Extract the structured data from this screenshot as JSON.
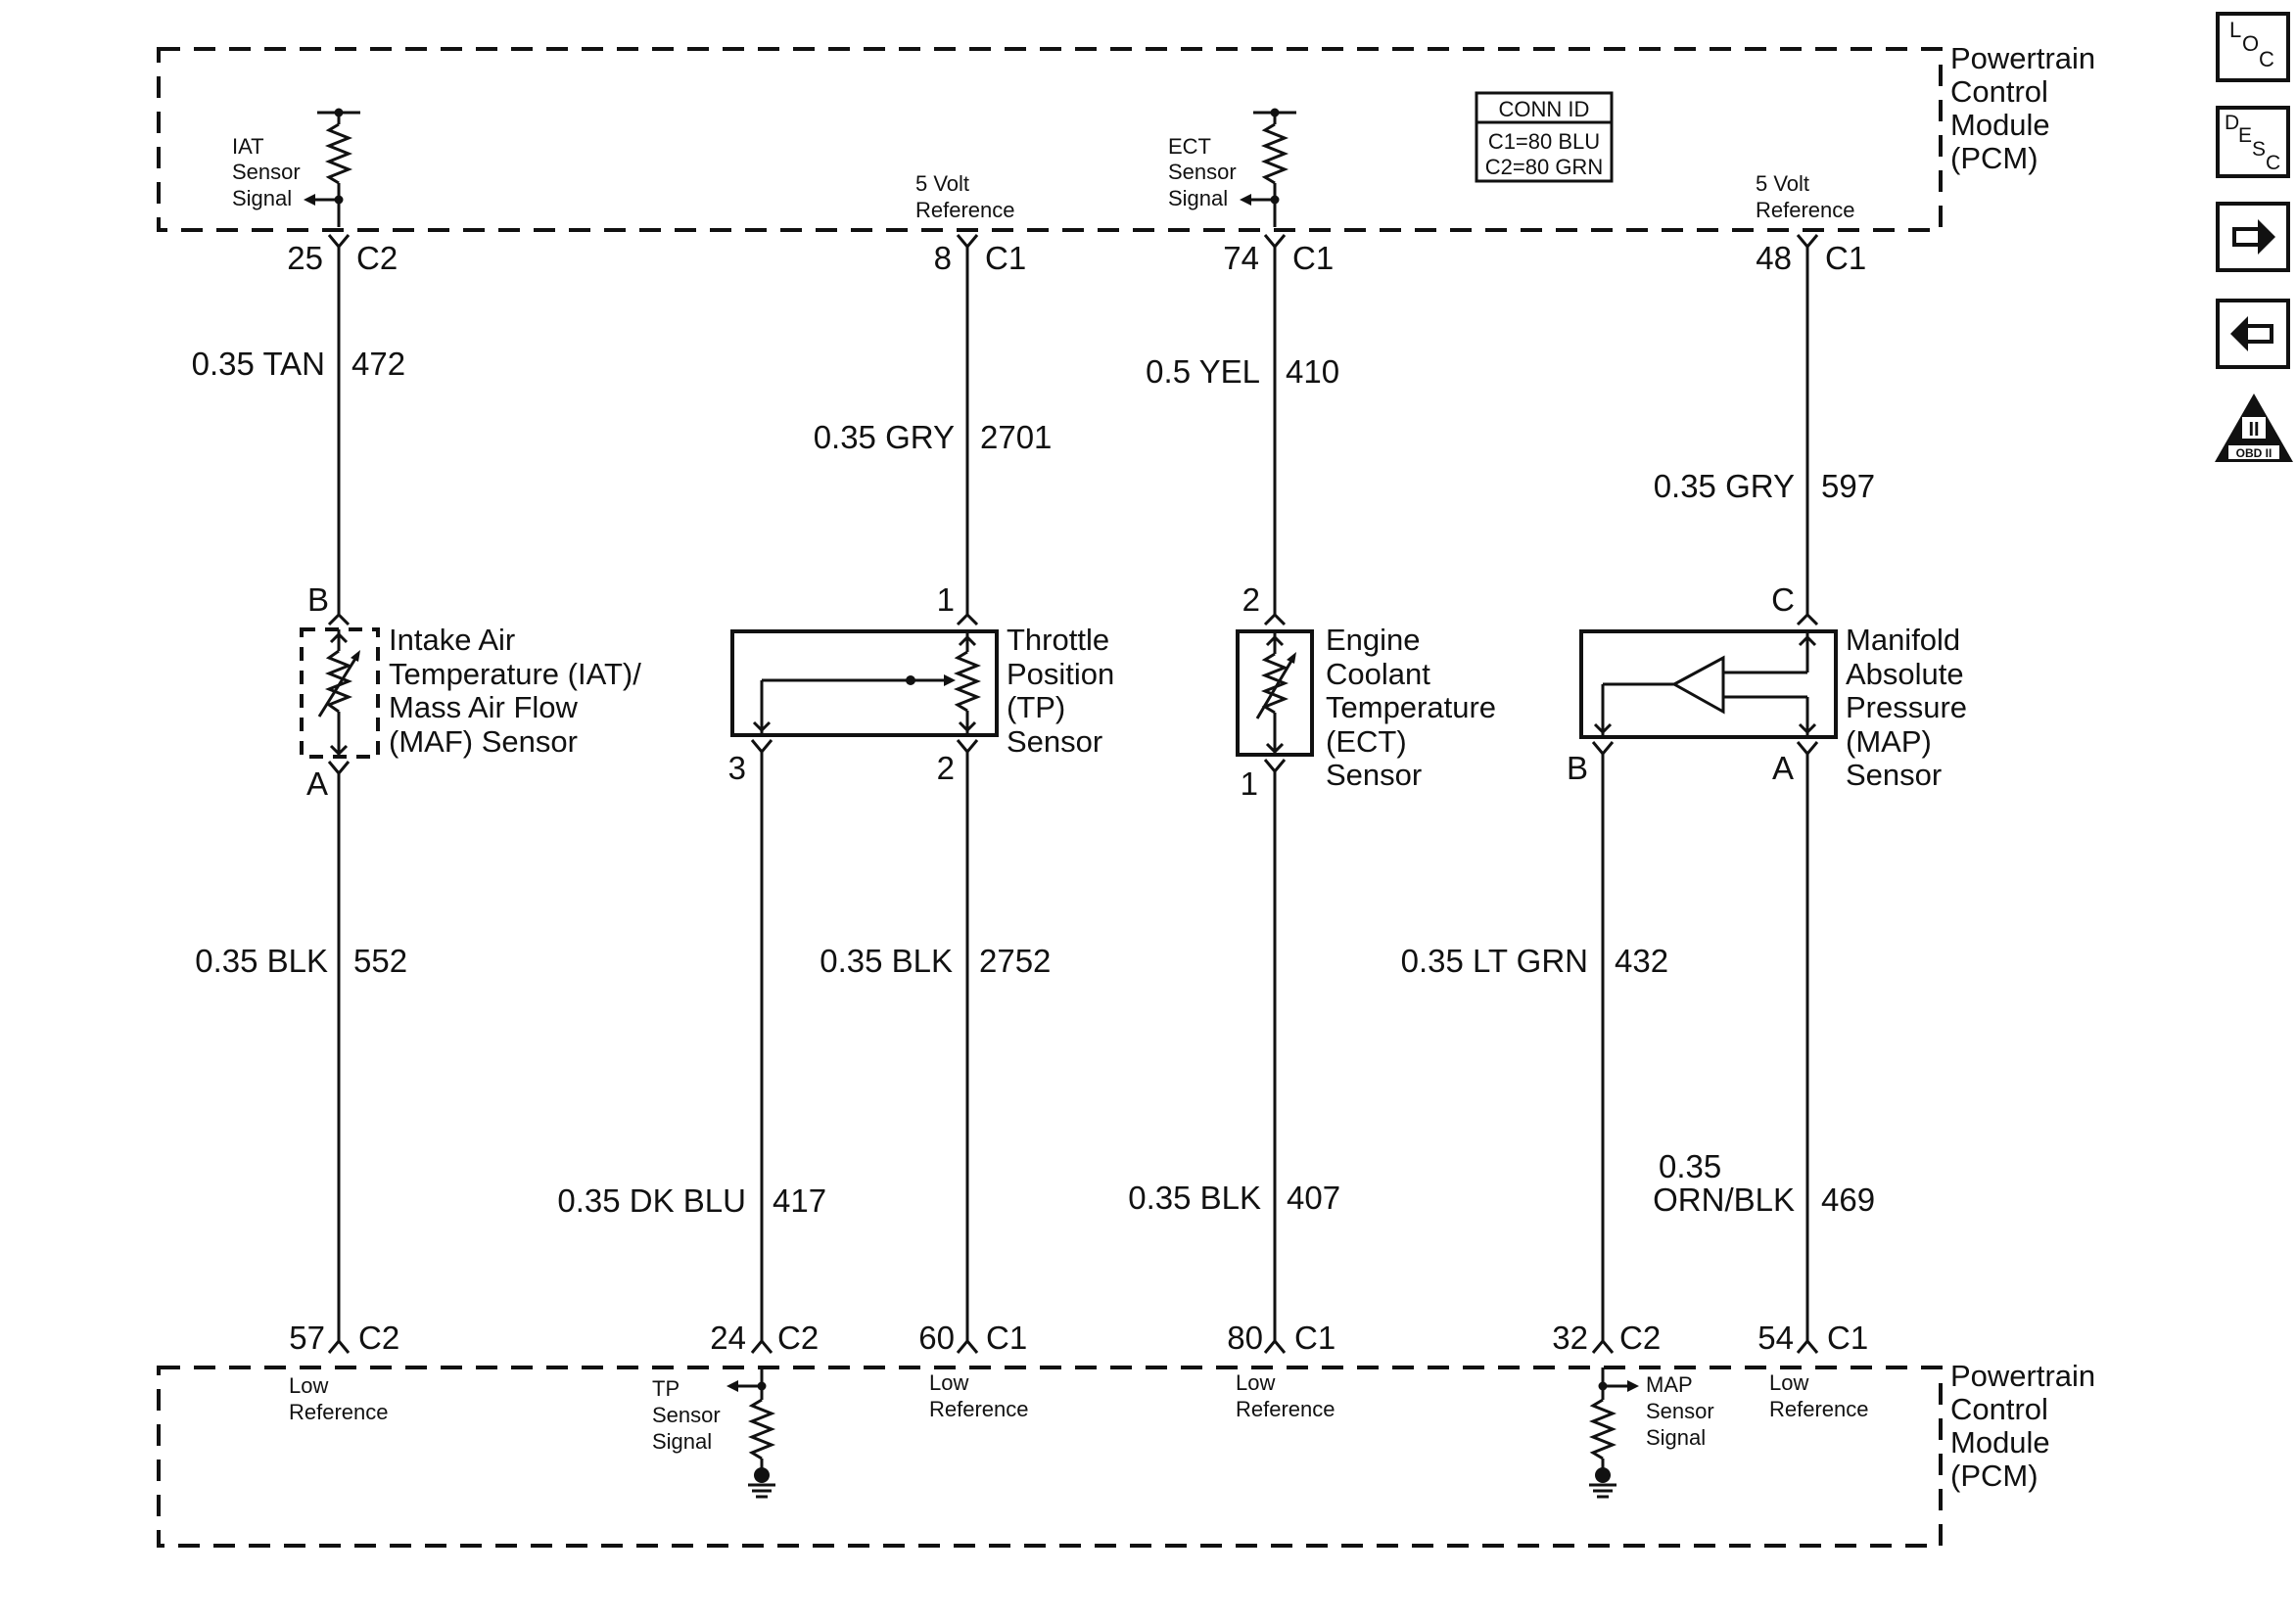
{
  "colors": {
    "line": "#111111",
    "background": "#ffffff"
  },
  "pcm_label": [
    "Powertrain",
    "Control",
    "Module",
    "(PCM)"
  ],
  "conn_id": {
    "title": "CONN ID",
    "lines": [
      "C1=80 BLU",
      "C2=80 GRN"
    ]
  },
  "top_signals": {
    "iat": [
      "IAT",
      "Sensor",
      "Signal"
    ],
    "ref1": [
      "5 Volt",
      "Reference"
    ],
    "ect": [
      "ECT",
      "Sensor",
      "Signal"
    ],
    "ref2": [
      "5 Volt",
      "Reference"
    ]
  },
  "top_pins": [
    {
      "pin": "25",
      "conn": "C2"
    },
    {
      "pin": "8",
      "conn": "C1"
    },
    {
      "pin": "74",
      "conn": "C1"
    },
    {
      "pin": "48",
      "conn": "C1"
    }
  ],
  "top_wires": [
    {
      "color": "0.35 TAN",
      "circuit": "472"
    },
    {
      "color": "0.35 GRY",
      "circuit": "2701"
    },
    {
      "color": "0.5 YEL",
      "circuit": "410"
    },
    {
      "color": "0.35 GRY",
      "circuit": "597"
    }
  ],
  "sensors": {
    "iat": {
      "lines": [
        "Intake Air",
        "Temperature (IAT)/",
        "Mass Air Flow",
        "(MAF) Sensor"
      ],
      "pin_top": "B",
      "pin_bottom": "A"
    },
    "tp": {
      "lines": [
        "Throttle",
        "Position",
        "(TP)",
        "Sensor"
      ],
      "pin_top": "1",
      "pin_bl": "3",
      "pin_br": "2"
    },
    "ect": {
      "lines": [
        "Engine",
        "Coolant",
        "Temperature",
        "(ECT)",
        "Sensor"
      ],
      "pin_top": "2",
      "pin_bottom": "1"
    },
    "map": {
      "lines": [
        "Manifold",
        "Absolute",
        "Pressure",
        "(MAP)",
        "Sensor"
      ],
      "pin_top": "C",
      "pin_bl": "B",
      "pin_br": "A"
    }
  },
  "bottom_wires": [
    {
      "color": "0.35 BLK",
      "circuit": "552"
    },
    {
      "color": "0.35 DK BLU",
      "circuit": "417"
    },
    {
      "color": "0.35 BLK",
      "circuit": "2752"
    },
    {
      "color": "0.35 BLK",
      "circuit": "407"
    },
    {
      "color": "0.35 LT GRN",
      "circuit": "432"
    },
    {
      "color_lines": [
        "0.35",
        "ORN/BLK"
      ],
      "circuit": "469"
    }
  ],
  "bottom_pins": [
    {
      "pin": "57",
      "conn": "C2"
    },
    {
      "pin": "24",
      "conn": "C2"
    },
    {
      "pin": "60",
      "conn": "C1"
    },
    {
      "pin": "80",
      "conn": "C1"
    },
    {
      "pin": "32",
      "conn": "C2"
    },
    {
      "pin": "54",
      "conn": "C1"
    }
  ],
  "bottom_signals": {
    "low1": [
      "Low",
      "Reference"
    ],
    "tp": [
      "TP",
      "Sensor",
      "Signal"
    ],
    "low2": [
      "Low",
      "Reference"
    ],
    "low3": [
      "Low",
      "Reference"
    ],
    "map": [
      "MAP",
      "Sensor",
      "Signal"
    ],
    "low4": [
      "Low",
      "Reference"
    ]
  },
  "side_buttons": {
    "loc": [
      "L",
      "O",
      "C"
    ],
    "desc": [
      "D",
      "E",
      "S",
      "C"
    ],
    "next_icon": "arrow-right-icon",
    "prev_icon": "arrow-left-icon",
    "obd": {
      "numeral": "II",
      "label": "OBD II"
    }
  }
}
